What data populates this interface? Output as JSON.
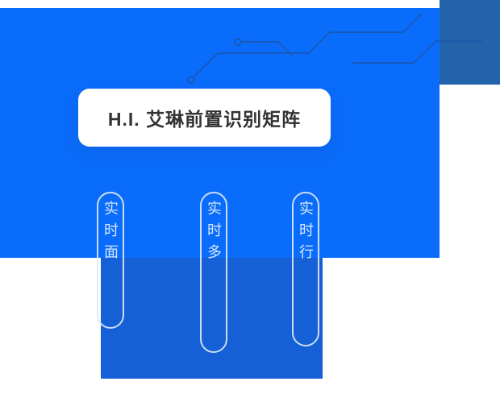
{
  "hero": {
    "title": "H.I. 艾琳前置识别矩阵"
  },
  "feature_pills": [
    {
      "label": "实时面"
    },
    {
      "label": "实时多"
    },
    {
      "label": "实时行"
    }
  ],
  "colors": {
    "primary_blue": "#0a6cfa",
    "corner_blue": "#2363ac",
    "panel_blue": "#1560d6",
    "trace_line": "#1d55a8",
    "title_text": "#333333",
    "pill_text": "#d8e8ff",
    "pill_border": "#dfe9f7",
    "card_bg": "#ffffff"
  }
}
